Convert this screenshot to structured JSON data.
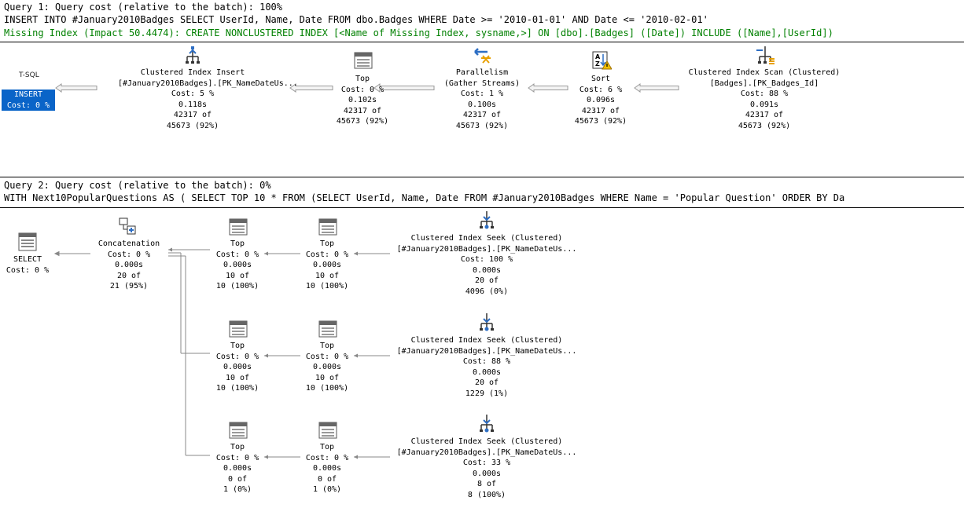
{
  "query1": {
    "header": "Query 1: Query cost (relative to the batch): 100%",
    "sql": "INSERT INTO #January2010Badges SELECT UserId, Name, Date FROM dbo.Badges WHERE Date >= '2010-01-01' AND Date <= '2010-02-01'",
    "missing_index": "Missing Index (Impact 50.4474): CREATE NONCLUSTERED INDEX [<Name of Missing Index, sysname,>] ON [dbo].[Badges] ([Date]) INCLUDE ([Name],[UserId])",
    "tsql_label": "T-SQL",
    "insert": {
      "title": "INSERT",
      "cost": "Cost: 0 %"
    },
    "ops": [
      {
        "title": "Clustered Index Insert",
        "object": "[#January2010Badges].[PK_NameDateUs...",
        "cost": "Cost: 5 %",
        "time": "0.118s",
        "rows": "42317 of",
        "est": "45673 (92%)"
      },
      {
        "title": "Top",
        "cost": "Cost: 0 %",
        "time": "0.102s",
        "rows": "42317 of",
        "est": "45673 (92%)"
      },
      {
        "title": "Parallelism",
        "object": "(Gather Streams)",
        "cost": "Cost: 1 %",
        "time": "0.100s",
        "rows": "42317 of",
        "est": "45673 (92%)"
      },
      {
        "title": "Sort",
        "cost": "Cost: 6 %",
        "time": "0.096s",
        "rows": "42317 of",
        "est": "45673 (92%)"
      },
      {
        "title": "Clustered Index Scan (Clustered)",
        "object": "[Badges].[PK_Badges_Id]",
        "cost": "Cost: 88 %",
        "time": "0.091s",
        "rows": "42317 of",
        "est": "45673 (92%)"
      }
    ]
  },
  "query2": {
    "header": "Query 2: Query cost (relative to the batch): 0%",
    "sql": "WITH Next10PopularQuestions AS ( SELECT TOP 10 * FROM (SELECT UserId, Name, Date FROM #January2010Badges WHERE Name = 'Popular Question' ORDER BY Da",
    "select": {
      "title": "SELECT",
      "cost": "Cost: 0 %"
    },
    "concat": {
      "title": "Concatenation",
      "cost": "Cost: 0 %",
      "time": "0.000s",
      "rows": "20 of",
      "est": "21 (95%)"
    },
    "rows": [
      {
        "top_a": {
          "title": "Top",
          "cost": "Cost: 0 %",
          "time": "0.000s",
          "rows": "10 of",
          "est": "10 (100%)"
        },
        "top_b": {
          "title": "Top",
          "cost": "Cost: 0 %",
          "time": "0.000s",
          "rows": "10 of",
          "est": "10 (100%)"
        },
        "seek": {
          "title": "Clustered Index Seek (Clustered)",
          "object": "[#January2010Badges].[PK_NameDateUs...",
          "cost": "Cost: 100 %",
          "time": "0.000s",
          "rows": "20 of",
          "est": "4096 (0%)"
        }
      },
      {
        "top_a": {
          "title": "Top",
          "cost": "Cost: 0 %",
          "time": "0.000s",
          "rows": "10 of",
          "est": "10 (100%)"
        },
        "top_b": {
          "title": "Top",
          "cost": "Cost: 0 %",
          "time": "0.000s",
          "rows": "10 of",
          "est": "10 (100%)"
        },
        "seek": {
          "title": "Clustered Index Seek (Clustered)",
          "object": "[#January2010Badges].[PK_NameDateUs...",
          "cost": "Cost: 88 %",
          "time": "0.000s",
          "rows": "20 of",
          "est": "1229 (1%)"
        }
      },
      {
        "top_a": {
          "title": "Top",
          "cost": "Cost: 0 %",
          "time": "0.000s",
          "rows": "0 of",
          "est": "1 (0%)"
        },
        "top_b": {
          "title": "Top",
          "cost": "Cost: 0 %",
          "time": "0.000s",
          "rows": "0 of",
          "est": "1 (0%)"
        },
        "seek": {
          "title": "Clustered Index Seek (Clustered)",
          "object": "[#January2010Badges].[PK_NameDateUs...",
          "cost": "Cost: 33 %",
          "time": "0.000s",
          "rows": "8 of",
          "est": "8 (100%)"
        }
      }
    ]
  }
}
